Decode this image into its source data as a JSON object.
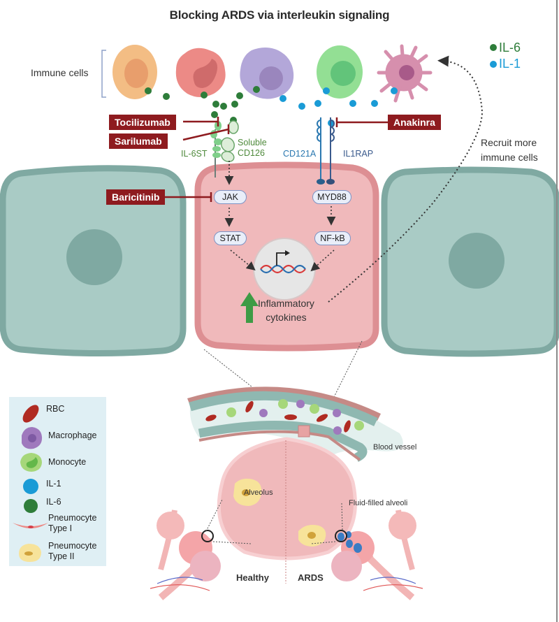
{
  "title": "Blocking ARDS via interleukin signaling",
  "immune_cells_label": "Immune cells",
  "cytokine_key": {
    "items": [
      {
        "label": "IL-6",
        "color": "#2e7d3a"
      },
      {
        "label": "IL-1",
        "color": "#1a9bd6"
      }
    ]
  },
  "drugs": {
    "tocilizumab": "Tocilizumab",
    "sarilumab": "Sarilumab",
    "anakinra": "Anakinra",
    "baricitinib": "Baricitinib"
  },
  "receptors": {
    "il6st": "IL-6ST",
    "soluble_cd126_line1": "Soluble",
    "soluble_cd126_line2": "CD126",
    "cd121a": "CD121A",
    "il1rap": "IL1RAP"
  },
  "signaling": {
    "jak": "JAK",
    "stat": "STAT",
    "myd88": "MYD88",
    "nfkb": "NF-kB"
  },
  "outcome": {
    "line1": "Inflammatory",
    "line2": "cytokines"
  },
  "recruit": {
    "line1": "Recruit more",
    "line2": "immune cells"
  },
  "lung": {
    "blood_vessel": "Blood vessel",
    "alveolus": "Alveolus",
    "fluid_filled": "Fluid-filled alveoli",
    "healthy": "Healthy",
    "ards": "ARDS"
  },
  "legend": {
    "items": [
      {
        "label": "RBC",
        "icon": "rbc-icon"
      },
      {
        "label": "Macrophage",
        "icon": "macrophage-icon"
      },
      {
        "label": "Monocyte",
        "icon": "monocyte-icon"
      },
      {
        "label": "IL-1",
        "icon": "il1-icon"
      },
      {
        "label": "IL-6",
        "icon": "il6-icon"
      },
      {
        "label": "Pneumocyte Type I",
        "line1": "Pneumocyte",
        "line2": "Type I",
        "icon": "pneumocyte-type1-icon"
      },
      {
        "label": "Pneumocyte Type II",
        "line1": "Pneumocyte",
        "line2": "Type II",
        "icon": "pneumocyte-type2-icon"
      }
    ]
  },
  "colors": {
    "drug_label": "#8e1b1f",
    "il6": "#2e7d3a",
    "il1": "#1a9bd6",
    "epithelial_cell": "#a9cbc5",
    "infected_cell": "#f0b9bb",
    "upregulation_arrow": "#3e9b45"
  }
}
